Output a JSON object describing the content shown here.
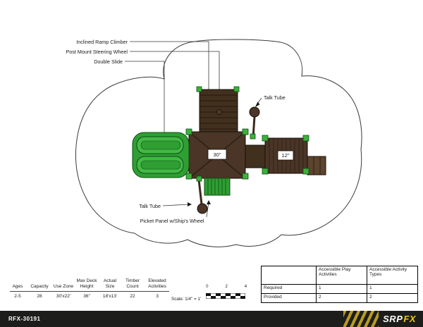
{
  "drawing": {
    "callouts": {
      "inclined_ramp": "Inclined Ramp Climber",
      "steering_wheel": "Post Mount Steering Wheel",
      "double_slide": "Double Slide",
      "talk_tube_right": "Talk Tube",
      "talk_tube_left": "Talk Tube",
      "picket_panel": "Picket Panel w/Ship's Wheel"
    },
    "deck_labels": {
      "main": "30\"",
      "right": "12\""
    }
  },
  "spec_table": {
    "columns": [
      {
        "header": "Ages",
        "value": "2-5"
      },
      {
        "header": "Capacity",
        "value": "28"
      },
      {
        "header": "Use Zone",
        "value": "30'x22'"
      },
      {
        "header": "Max Deck Height",
        "value": "36\""
      },
      {
        "header": "Actual Size",
        "value": "18'x13'"
      },
      {
        "header": "Timber Count",
        "value": "22"
      },
      {
        "header": "Elevated Activities",
        "value": "3"
      }
    ]
  },
  "scale": {
    "label": "Scale: 1/4\" = 1'",
    "ticks": [
      "0",
      "2",
      "4"
    ]
  },
  "access_table": {
    "col_play": "Accessible Play Activities",
    "col_types": "Accessible Activity Types",
    "rows": [
      {
        "label": "Required",
        "play": "1",
        "types": "1"
      },
      {
        "label": "Provided",
        "play": "2",
        "types": "2"
      }
    ]
  },
  "footer": {
    "model": "RFX-30191",
    "brand_left": "SRP",
    "brand_right": "FX"
  },
  "colors": {
    "deck_brown": "#4a3526",
    "ramp_brown": "#42301f",
    "slide_green": "#2f9e33",
    "post_green": "#3bb13b",
    "accent_yellow": "#f2c51d",
    "footer_black": "#1d1d1b"
  }
}
